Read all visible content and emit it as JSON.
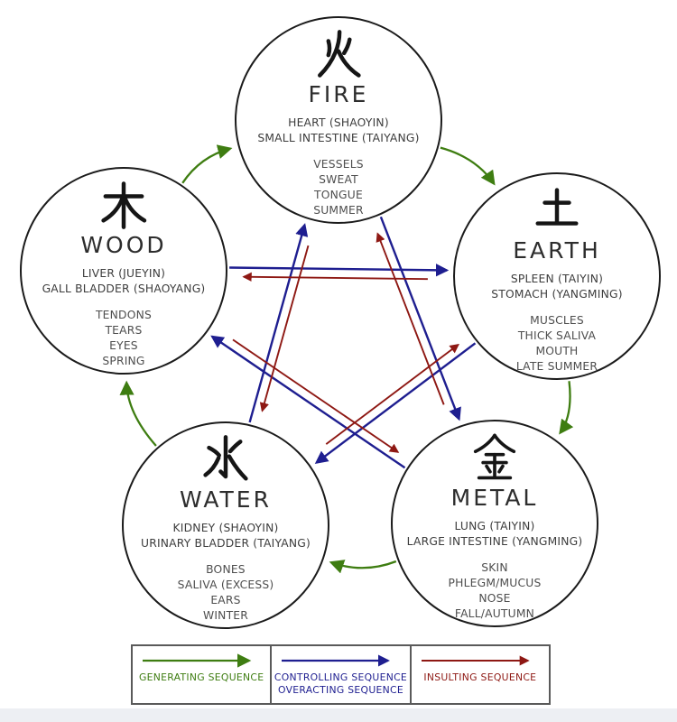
{
  "elements": [
    {
      "id": "fire",
      "character": "火",
      "name": "FIRE",
      "organs": [
        "HEART (SHAOYIN)",
        "SMALL INTESTINE (TAIYANG)"
      ],
      "attributes": [
        "VESSELS",
        "SWEAT",
        "TONGUE",
        "SUMMER"
      ]
    },
    {
      "id": "earth",
      "character": "土",
      "name": "EARTH",
      "organs": [
        "SPLEEN (TAIYIN)",
        "STOMACH (YANGMING)"
      ],
      "attributes": [
        "MUSCLES",
        "THICK SALIVA",
        "MOUTH",
        "LATE SUMMER"
      ]
    },
    {
      "id": "metal",
      "character": "金",
      "name": "METAL",
      "organs": [
        "LUNG (TAIYIN)",
        "LARGE INTESTINE (YANGMING)"
      ],
      "attributes": [
        "SKIN",
        "PHLEGM/MUCUS",
        "NOSE",
        "FALL/AUTUMN"
      ]
    },
    {
      "id": "water",
      "character": "水",
      "name": "WATER",
      "organs": [
        "KIDNEY (SHAOYIN)",
        "URINARY BLADDER (TAIYANG)"
      ],
      "attributes": [
        "BONES",
        "SALIVA (EXCESS)",
        "EARS",
        "WINTER"
      ]
    },
    {
      "id": "wood",
      "character": "木",
      "name": "WOOD",
      "organs": [
        "LIVER (JUEYIN)",
        "GALL BLADDER (SHAOYANG)"
      ],
      "attributes": [
        "TENDONS",
        "TEARS",
        "EYES",
        "SPRING"
      ]
    }
  ],
  "sequences": {
    "generating": {
      "label": "GENERATING SEQUENCE",
      "color": "#3e7d11",
      "pairs": [
        [
          "wood",
          "fire"
        ],
        [
          "fire",
          "earth"
        ],
        [
          "earth",
          "metal"
        ],
        [
          "metal",
          "water"
        ],
        [
          "water",
          "wood"
        ]
      ]
    },
    "controlling": {
      "label": "CONTROLLING SEQUENCE",
      "label2": "OVERACTING SEQUENCE",
      "color": "#1e1e90",
      "pairs": [
        [
          "wood",
          "earth"
        ],
        [
          "earth",
          "water"
        ],
        [
          "water",
          "fire"
        ],
        [
          "fire",
          "metal"
        ],
        [
          "metal",
          "wood"
        ]
      ]
    },
    "insulting": {
      "label": "INSULTING SEQUENCE",
      "color": "#8e1813",
      "pairs": [
        [
          "earth",
          "wood"
        ],
        [
          "water",
          "earth"
        ],
        [
          "fire",
          "water"
        ],
        [
          "metal",
          "fire"
        ],
        [
          "wood",
          "metal"
        ]
      ]
    }
  }
}
